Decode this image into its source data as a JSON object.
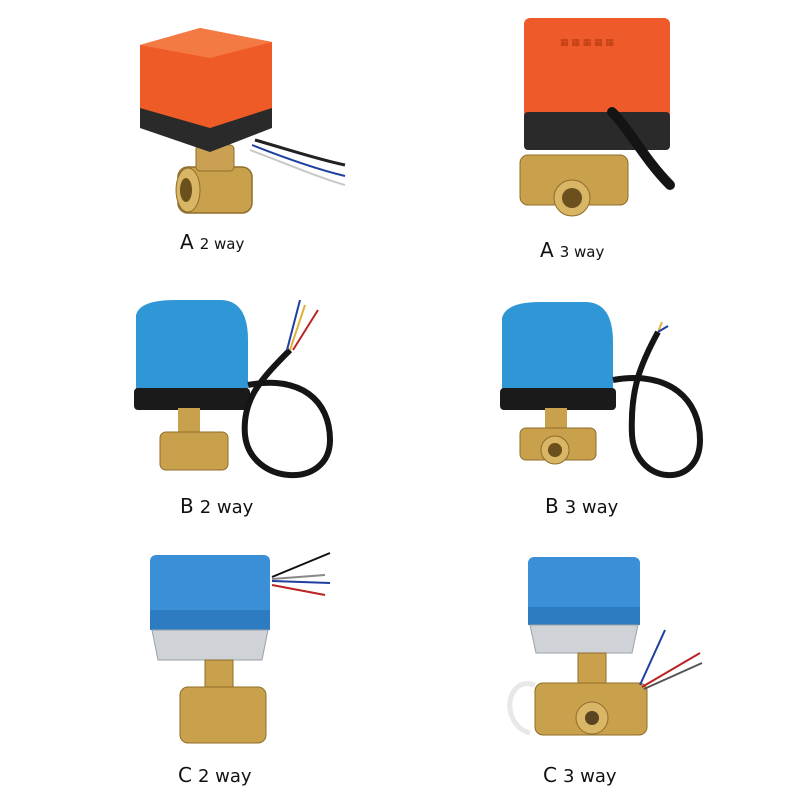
{
  "colors": {
    "orange": "#ee5a2a",
    "blue": "#2f97d6",
    "blue_c": "#3b8fd6",
    "brass": "#c7a14f",
    "metal_grey": "#cfd3d7",
    "black": "#1a1a1a"
  },
  "products": [
    {
      "letter": "A",
      "way": "2 way",
      "actuator": "orange",
      "valve": "2-way"
    },
    {
      "letter": "A",
      "way": "3 way",
      "actuator": "orange",
      "valve": "3-way"
    },
    {
      "letter": "B",
      "way": "2 way",
      "actuator": "blue",
      "valve": "2-way"
    },
    {
      "letter": "B",
      "way": "3 way",
      "actuator": "blue",
      "valve": "3-way"
    },
    {
      "letter": "C",
      "way": "2 way",
      "actuator": "blue-grey",
      "valve": "2-way"
    },
    {
      "letter": "C",
      "way": "3 way",
      "actuator": "blue-grey",
      "valve": "3-way"
    }
  ]
}
